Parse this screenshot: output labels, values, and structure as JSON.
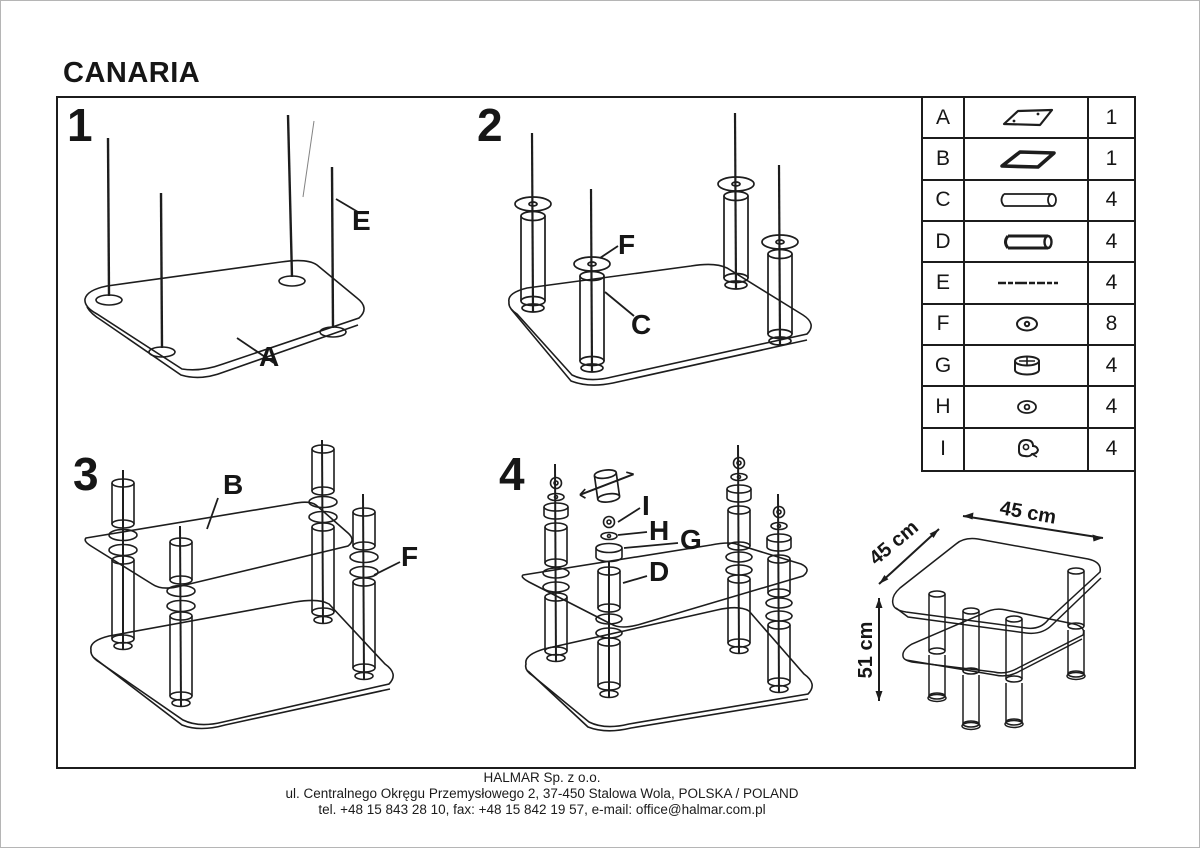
{
  "title": "CANARIA",
  "steps": [
    {
      "number": "1",
      "labels": [
        "E",
        "A"
      ]
    },
    {
      "number": "2",
      "labels": [
        "F",
        "C"
      ]
    },
    {
      "number": "3",
      "labels": [
        "B",
        "F"
      ]
    },
    {
      "number": "4",
      "labels": [
        "I",
        "H",
        "G",
        "D"
      ]
    }
  ],
  "parts_table": {
    "rows": [
      {
        "letter": "A",
        "icon": "glass-top",
        "qty": "1"
      },
      {
        "letter": "B",
        "icon": "glass-shelf",
        "qty": "1"
      },
      {
        "letter": "C",
        "icon": "tube-long",
        "qty": "4"
      },
      {
        "letter": "D",
        "icon": "tube-short",
        "qty": "4"
      },
      {
        "letter": "E",
        "icon": "threaded-rod",
        "qty": "4"
      },
      {
        "letter": "F",
        "icon": "washer",
        "qty": "8"
      },
      {
        "letter": "G",
        "icon": "spacer-cap",
        "qty": "4"
      },
      {
        "letter": "H",
        "icon": "washer-small",
        "qty": "4"
      },
      {
        "letter": "I",
        "icon": "cap-nut",
        "qty": "4"
      }
    ]
  },
  "dimensions": {
    "width": "45 cm",
    "depth": "45 cm",
    "height": "51 cm"
  },
  "footer": {
    "company": "HALMAR Sp. z o.o.",
    "address": "ul. Centralnego Okręgu Przemysłowego 2, 37-450 Stalowa Wola, POLSKA / POLAND",
    "contact": "tel. +48 15 843 28 10, fax: +48 15 842 19 57, e-mail: office@halmar.com.pl"
  }
}
